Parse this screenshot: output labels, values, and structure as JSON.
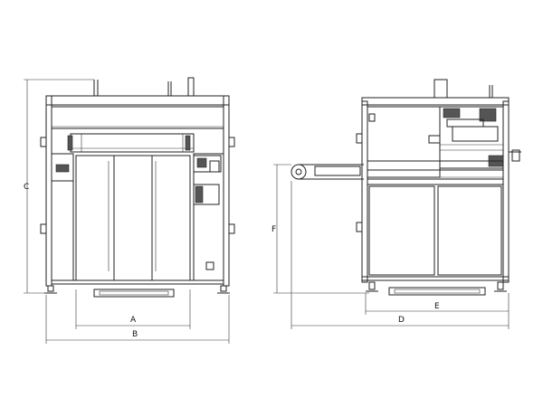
{
  "drawing": {
    "front_view": {
      "dimensions": {
        "a": "A",
        "b": "B",
        "c": "C"
      }
    },
    "side_view": {
      "dimensions": {
        "d": "D",
        "e": "E",
        "f": "F"
      }
    },
    "colors": {
      "line": "#222222",
      "background": "#ffffff"
    }
  }
}
